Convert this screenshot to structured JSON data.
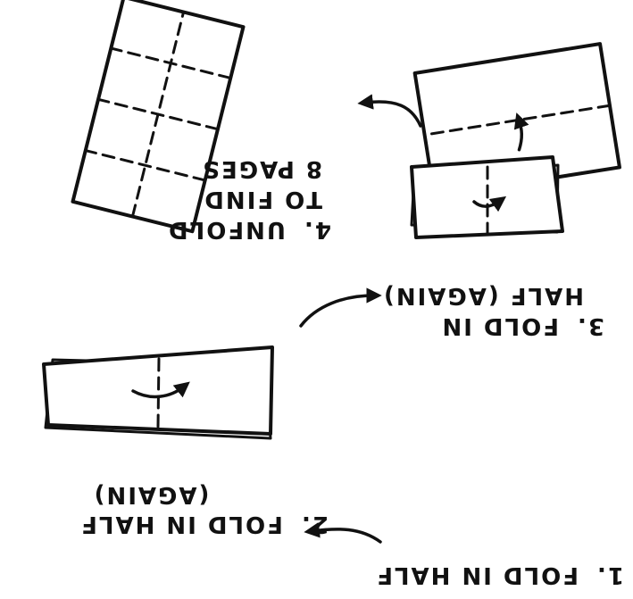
{
  "steps": [
    {
      "number": "1.",
      "lines": [
        "FOLD IN HALF"
      ]
    },
    {
      "number": "2.",
      "lines": [
        "FOLD IN HALF",
        "(AGAIN)"
      ]
    },
    {
      "number": "3.",
      "lines": [
        "FOLD IN",
        "HALF (AGAIN)"
      ]
    },
    {
      "number": "4.",
      "lines": [
        "UNFOLD",
        "TO FIND",
        "8 PAGES"
      ]
    }
  ],
  "colors": {
    "ink": "#111111",
    "paper": "#ffffff"
  },
  "orientation": "rotated 180 degrees"
}
